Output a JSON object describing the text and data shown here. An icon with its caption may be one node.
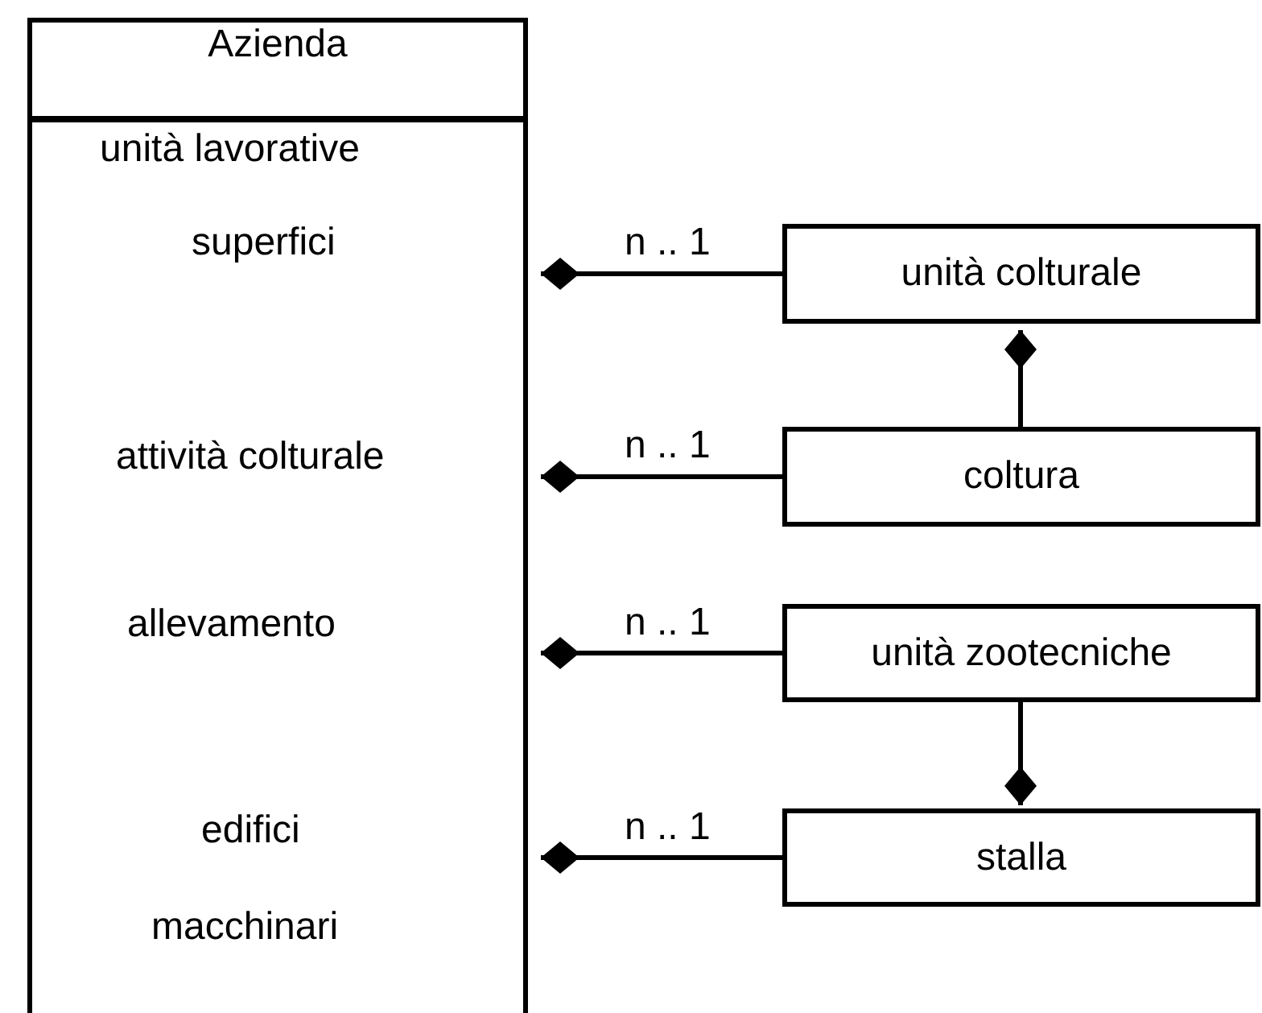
{
  "diagram": {
    "nodes": [
      {
        "text": [
          "Azienda",
          "unità lavorative",
          "superfici",
          "attività colturale",
          "allevamento",
          "edifici",
          "macchinari"
        ]
      },
      {
        "text": [
          "unità colturale"
        ]
      },
      {
        "text": [
          "coltura"
        ]
      },
      {
        "text": [
          "unità zootecniche"
        ]
      },
      {
        "text": [
          "stalla"
        ]
      }
    ],
    "edges": [
      {
        "from": 0,
        "to": 1,
        "arrow": "other",
        "label": "n .. 1"
      },
      {
        "from": 1,
        "to": 2,
        "arrow": "other"
      },
      {
        "from": 0,
        "to": 2,
        "arrow": "other",
        "label": "n .. 1"
      },
      {
        "from": 0,
        "to": 3,
        "arrow": "other",
        "label": "n .. 1"
      },
      {
        "from": 4,
        "to": 3,
        "arrow": "other"
      },
      {
        "from": 0,
        "to": 4,
        "arrow": "other",
        "label": "n .. 1"
      }
    ]
  }
}
